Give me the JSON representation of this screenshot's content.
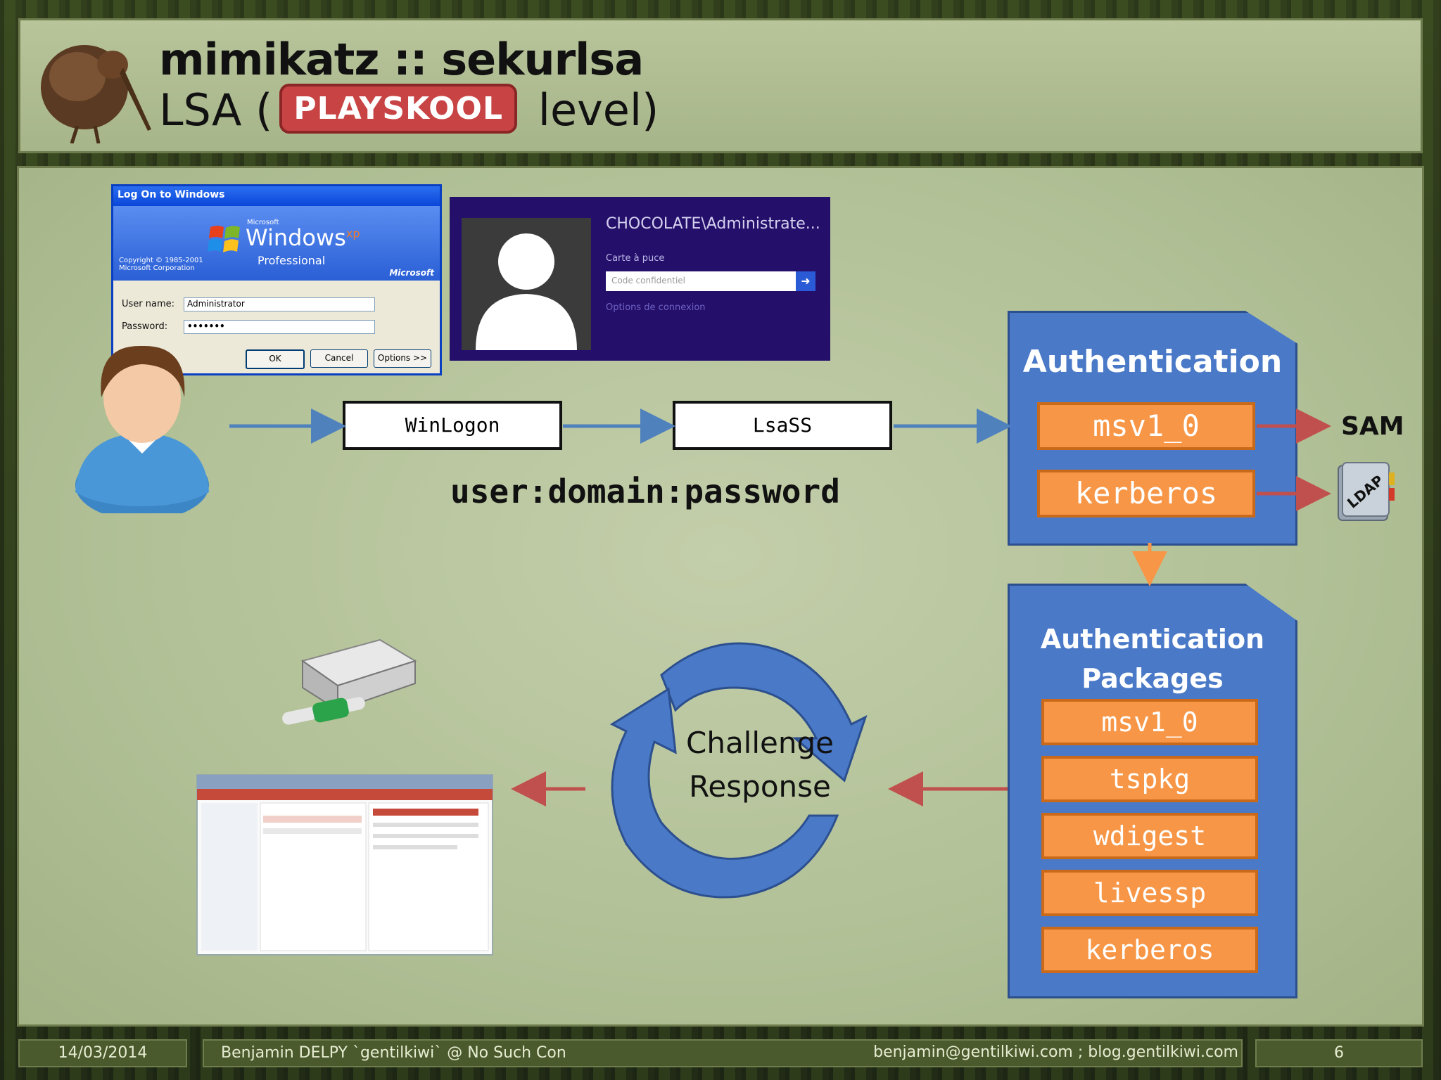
{
  "header": {
    "title": "mimikatz :: sekurlsa",
    "subtitle_prefix": "LSA (",
    "subtitle_badge": "PLAYSKOOL",
    "subtitle_suffix": " level)"
  },
  "xp_dialog": {
    "title": "Log On to Windows",
    "brand_small": "Microsoft",
    "brand": "Windows",
    "brand_xp": "xp",
    "edition": "Professional",
    "copyright": "Copyright © 1985-2001 Microsoft Corporation",
    "ms": "Microsoft",
    "user_label": "User name:",
    "user_value": "Administrator",
    "password_label": "Password:",
    "password_value": "•••••••",
    "ok": "OK",
    "cancel": "Cancel",
    "options": "Options >>"
  },
  "win8_login": {
    "user": "CHOCOLATE\\Administrate...",
    "card": "Carte à puce",
    "pin_placeholder": "Code confidentiel",
    "go": "➜",
    "options": "Options de connexion"
  },
  "flow": {
    "winlogon": "WinLogon",
    "lsass": "LsaSS",
    "credentials": "user:domain:password"
  },
  "authentication": {
    "title": "Authentication",
    "items": [
      "msv1_0",
      "kerberos"
    ],
    "sam": "SAM",
    "ldap": "LDAP"
  },
  "auth_packages": {
    "title_line1": "Authentication",
    "title_line2": "Packages",
    "items": [
      "msv1_0",
      "tspkg",
      "wdigest",
      "livessp",
      "kerberos"
    ]
  },
  "challenge": {
    "line1": "Challenge",
    "line2": "Response"
  },
  "footer": {
    "date": "14/03/2014",
    "author": "Benjamin DELPY `gentilkiwi` @ No Such Con",
    "contact": "benjamin@gentilkiwi.com ; blog.gentilkiwi.com",
    "page": "6"
  },
  "colors": {
    "blue_box": "#4a79c8",
    "orange": "#f79646",
    "arrow_blue": "#4f81bd",
    "arrow_red": "#c0504d",
    "arrow_orange": "#f79646"
  }
}
